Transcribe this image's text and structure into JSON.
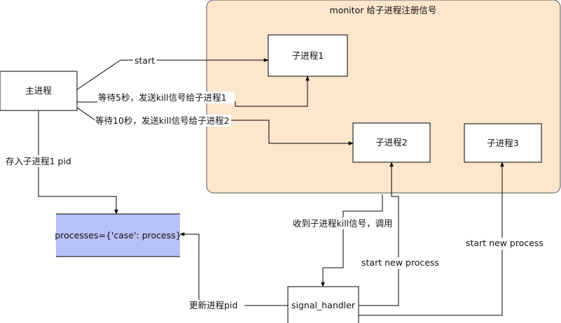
{
  "group": {
    "title": "monitor 给子进程注册信号",
    "fill": "#fce6cc"
  },
  "nodes": {
    "main": "主进程",
    "child1": "子进程1",
    "child2": "子进程2",
    "child3": "子进程3",
    "processes": "processes={'case': process}",
    "signal_handler": "signal_handler"
  },
  "edge_labels": {
    "start": "start",
    "wait5": "等待5秒，发送kill信号给子进程1",
    "wait10": "等待10秒，发送kill信号给子进程2",
    "store_pid": "存入子进程1 pid",
    "received_kill": "收到子进程kill信号，调用",
    "start_new_1": "start new process",
    "start_new_2": "start new process",
    "update_pid": "更新进程pid"
  },
  "colors": {
    "processes_fill": "#b8c0f8",
    "stroke": "#000000"
  }
}
